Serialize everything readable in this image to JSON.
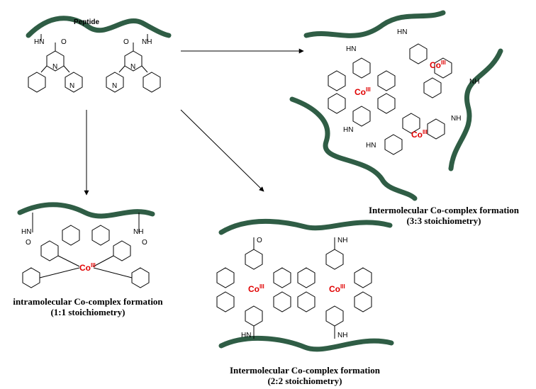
{
  "diagram": {
    "peptide_label": "Peptide",
    "metal_symbol": "Co",
    "metal_oxidation": "III",
    "amide_NH": "HN",
    "amide_O": "O",
    "amide_NH_right": "NH",
    "nitrogen": "N",
    "colors": {
      "peptide": "#2f5d45",
      "metal": "#e00000",
      "bond": "#000000"
    }
  },
  "captions": {
    "intra_line1": "intramolecular Co-complex formation",
    "intra_line2": "(1:1 stoichiometry)",
    "inter22_line1": "Intermolecular Co-complex formation",
    "inter22_line2": "(2:2 stoichiometry)",
    "inter33_line1": "Intermolecular Co-complex formation",
    "inter33_line2": "(3:3 stoichiometry)"
  }
}
